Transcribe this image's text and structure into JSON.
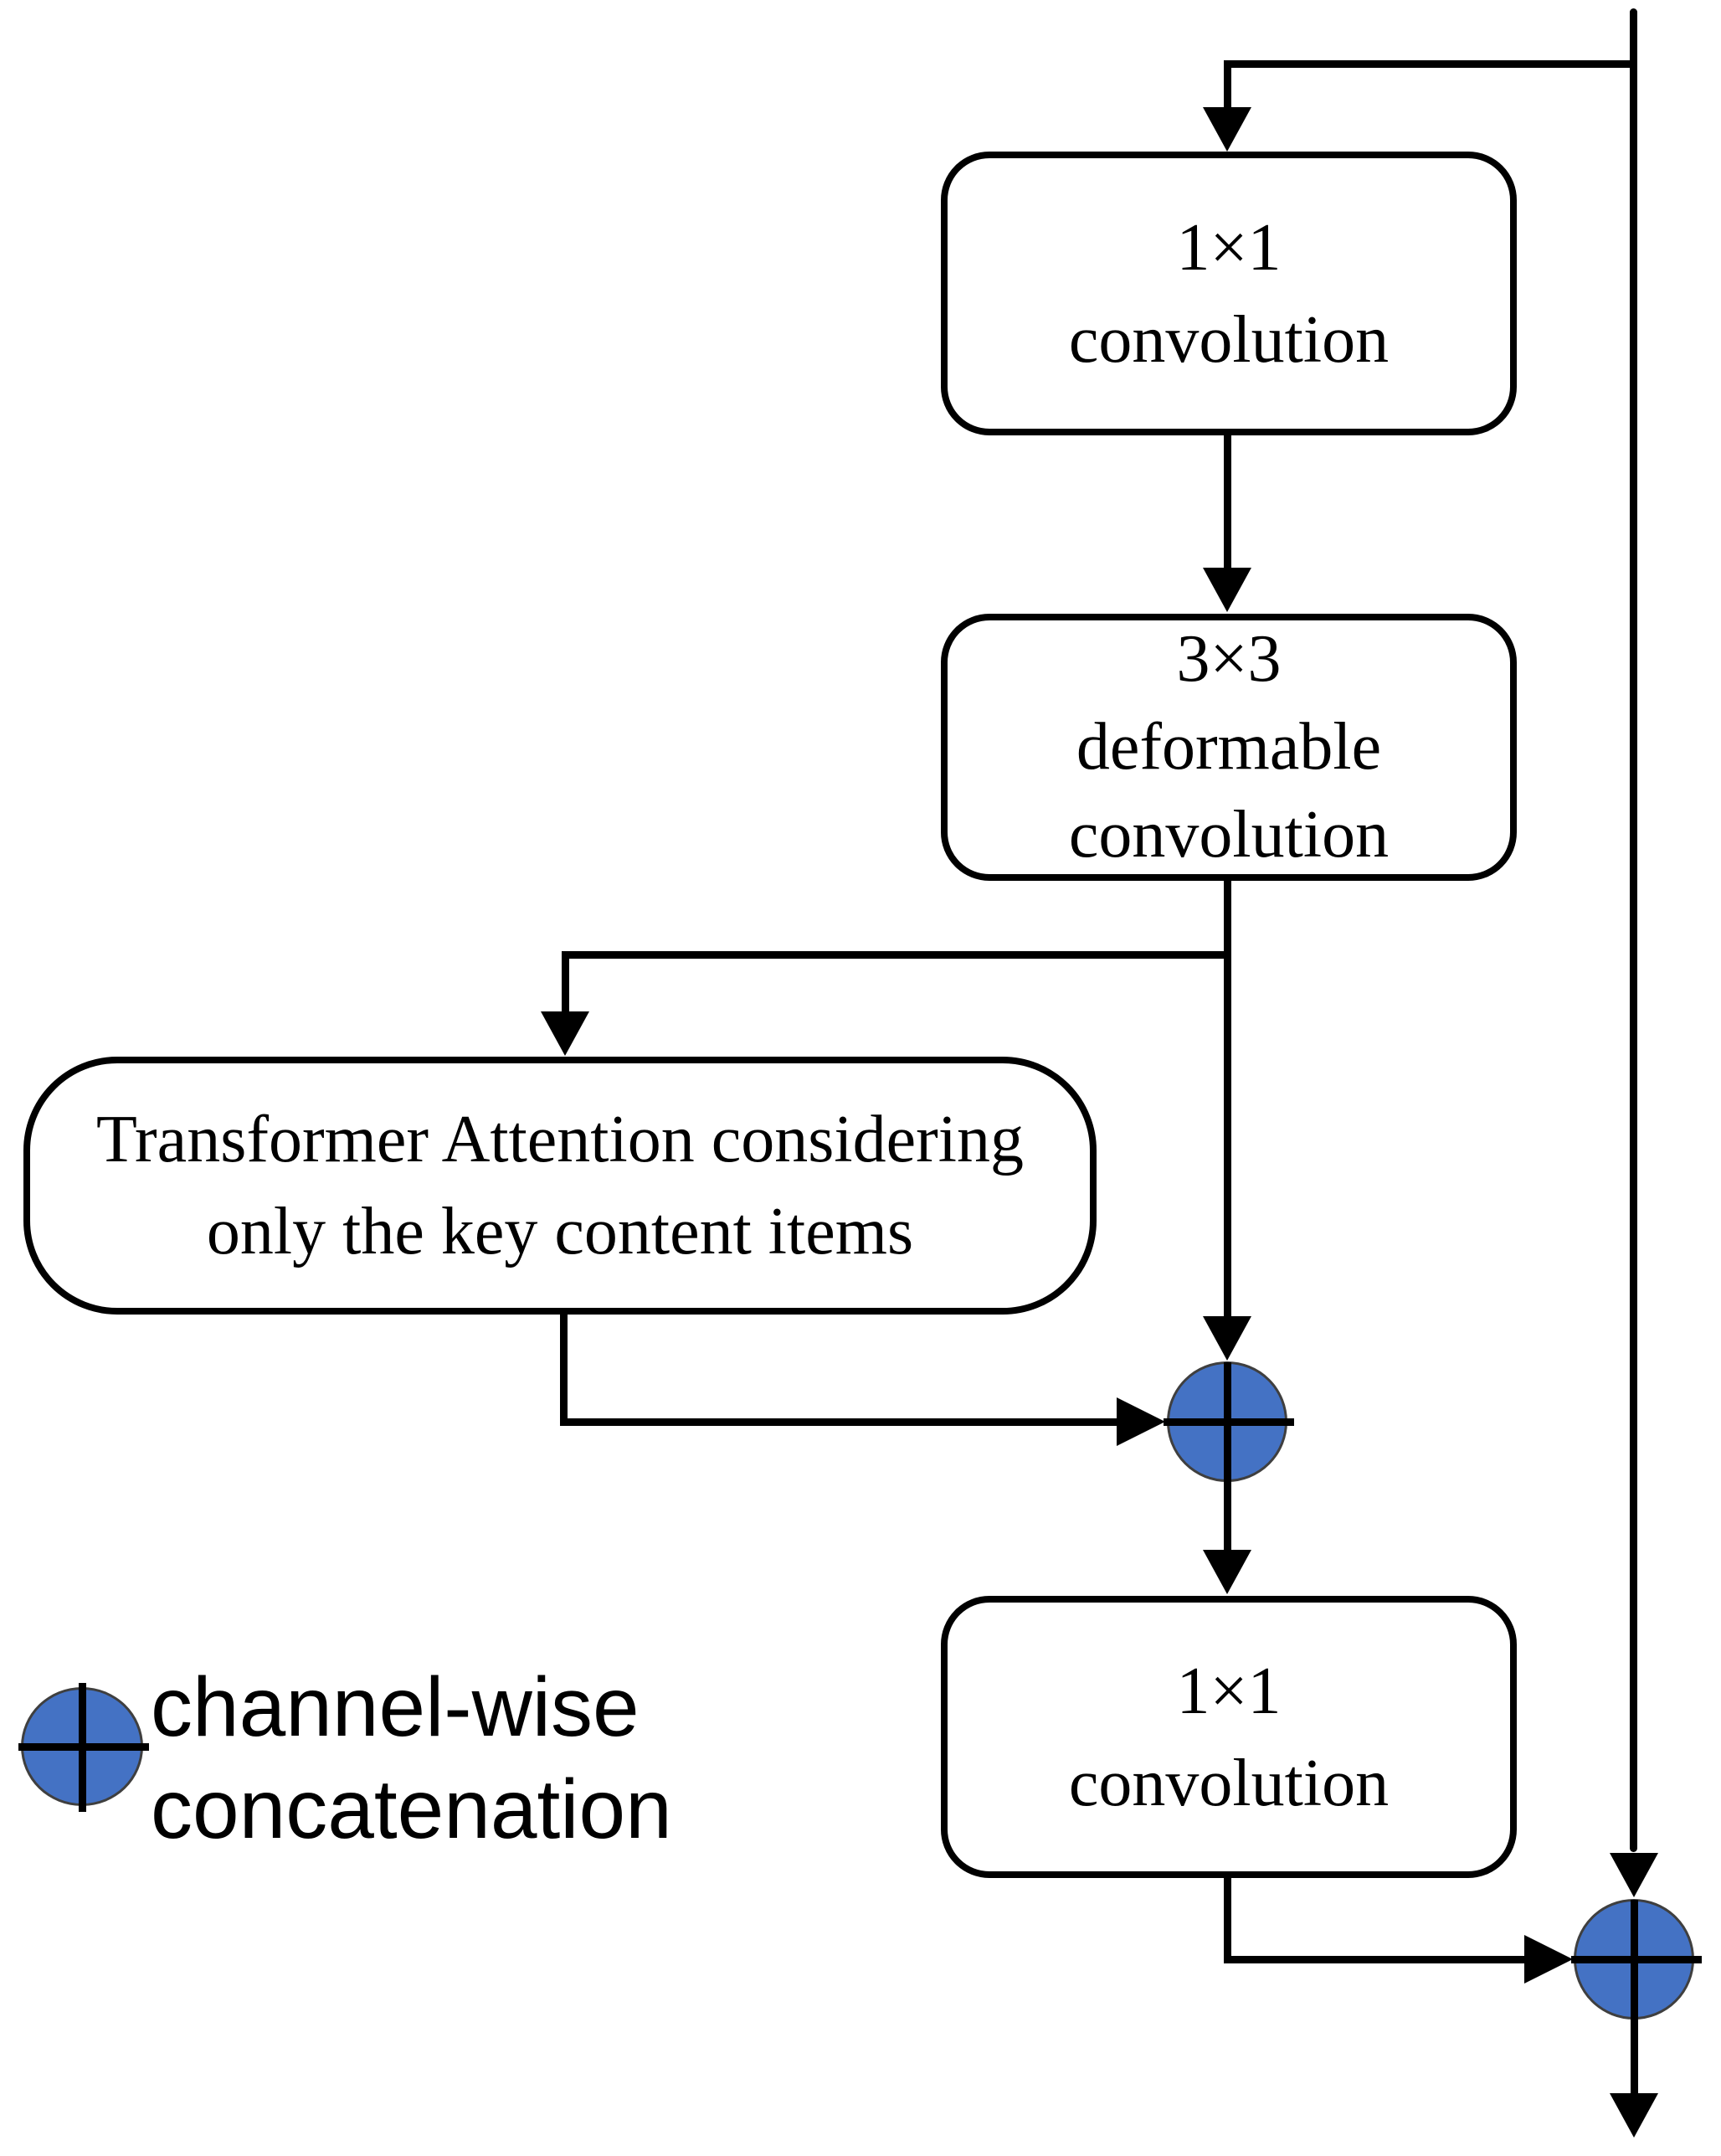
{
  "colors": {
    "accent_blue": "#4472C4",
    "connector_black": "#000000",
    "node_outline_gray": "#3f3f3f",
    "background": "#ffffff"
  },
  "nodes": {
    "conv1x1_top": {
      "line1": "1×1",
      "line2": "convolution"
    },
    "deformable_conv": {
      "line1": "3×3",
      "line2": "deformable",
      "line3": "convolution"
    },
    "transformer_attention": {
      "line1": "Transformer Attention considering",
      "line2": "only the key content items"
    },
    "conv1x1_bottom": {
      "line1": "1×1",
      "line2": "convolution"
    }
  },
  "legend": {
    "symbol": "channel-wise-concatenation-node",
    "line1": "channel-wise",
    "line2": "concatenation"
  }
}
